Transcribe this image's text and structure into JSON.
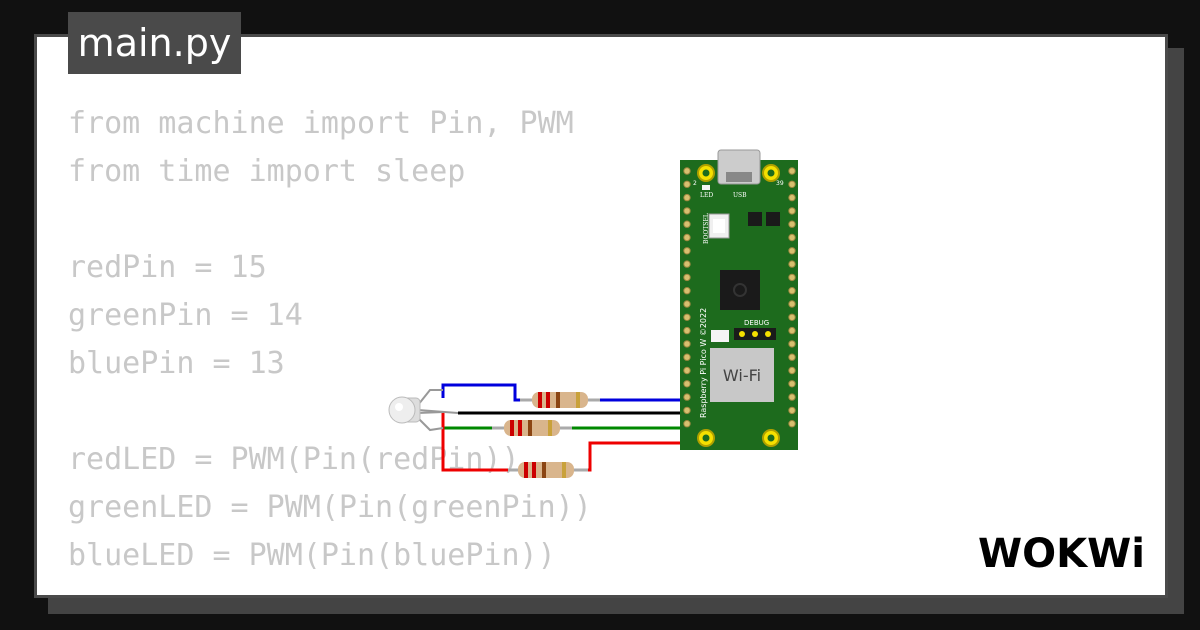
{
  "editor": {
    "filename": "main.py",
    "code_lines": [
      "from machine import Pin, PWM",
      "from time import sleep",
      "",
      "redPin = 15",
      "greenPin = 14",
      "bluePin = 13",
      "",
      "redLED = PWM(Pin(redPin))",
      "greenLED = PWM(Pin(greenPin))",
      "blueLED = PWM(Pin(bluePin))"
    ]
  },
  "board": {
    "label": "Raspberry Pi Pico W ©2022",
    "wifi_label": "Wi-Fi",
    "debug_label": "DEBUG",
    "led_label": "LED",
    "usb_label": "USB",
    "bootsel_label": "BOOTSEL",
    "pin_left_label": "2",
    "pin_right_label": "39",
    "color": "#1d6b1d"
  },
  "wires": {
    "blue": "#0000dd",
    "black": "#000000",
    "green": "#008800",
    "red": "#ee0000"
  },
  "brand": {
    "logo_text": "WOKWi"
  },
  "colors": {
    "background": "#111111",
    "panel_border": "#4a4a4a",
    "code_text": "#c8c8c8"
  }
}
